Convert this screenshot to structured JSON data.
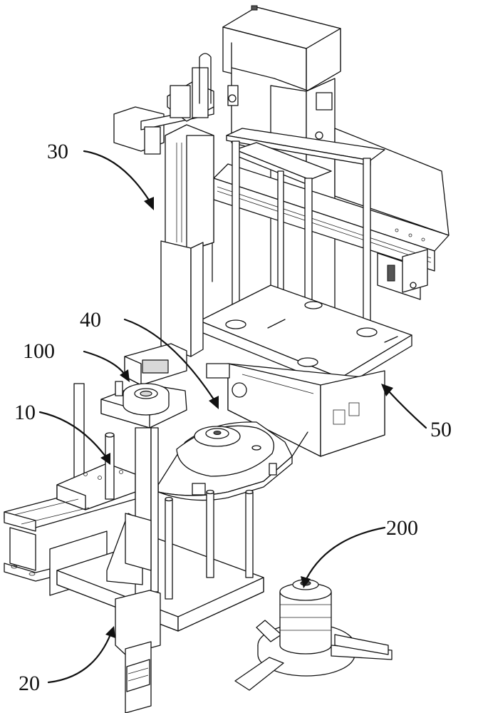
{
  "figure": {
    "labels": [
      {
        "id": "30",
        "text": "30"
      },
      {
        "id": "40",
        "text": "40"
      },
      {
        "id": "100",
        "text": "100"
      },
      {
        "id": "10",
        "text": "10"
      },
      {
        "id": "50",
        "text": "50"
      },
      {
        "id": "200",
        "text": "200"
      },
      {
        "id": "20",
        "text": "20"
      }
    ],
    "ink_color": "#111111",
    "background": "#ffffff"
  }
}
